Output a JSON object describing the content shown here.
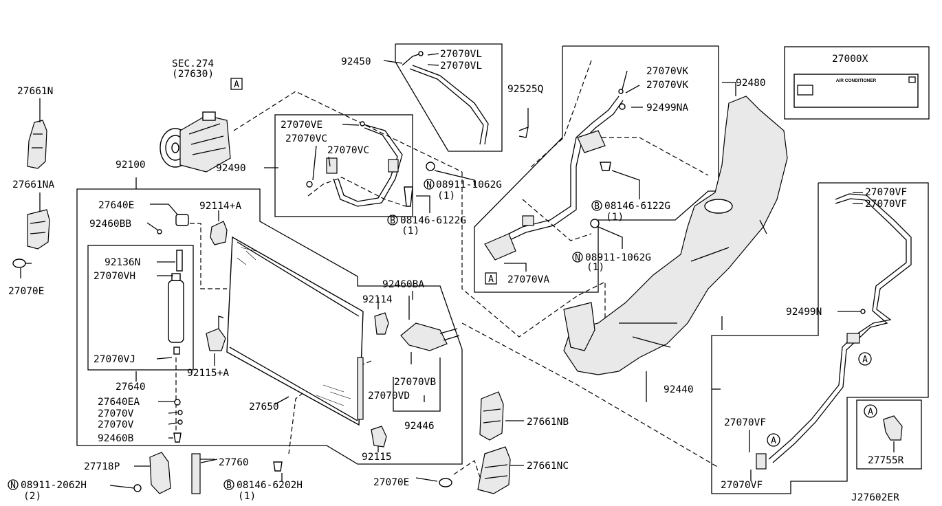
{
  "diagram_id": "J27602ER",
  "sec_ref": [
    "SEC.274",
    "(27630)"
  ],
  "markers": {
    "a": "A",
    "n": "N",
    "b": "B",
    "qty1": "(1)",
    "qty2": "(2)"
  },
  "label_box": {
    "code": "27000X",
    "title": "AIR CONDITIONER"
  },
  "labels": {
    "p27661N": "27661N",
    "p27661NA": "27661NA",
    "p27070E_left": "27070E",
    "p92100": "92100",
    "p27640E": "27640E",
    "p92460BB": "92460BB",
    "p92114A": "92114+A",
    "p92136N": "92136N",
    "p27070VH": "27070VH",
    "p27070VJ": "27070VJ",
    "p27640": "27640",
    "p27640EA": "27640EA",
    "p27070V_1": "27070V",
    "p27070V_2": "27070V",
    "p92460B": "92460B",
    "p27718P": "27718P",
    "p27760": "27760",
    "p08911_2062H": "08911-2062H",
    "p08146_6202H": "08146-6202H",
    "p92115A": "92115+A",
    "p27650": "27650",
    "p92115": "92115",
    "p92114": "92114",
    "p92460BA": "92460BA",
    "p27070VB": "27070VB",
    "p27070VD": "27070VD",
    "p92446": "92446",
    "p27070E_bottom": "27070E",
    "p27661NB": "27661NB",
    "p27661NC": "27661NC",
    "p92450": "92450",
    "p27070VL_1": "27070VL",
    "p27070VL_2": "27070VL",
    "p92525Q": "92525Q",
    "p27070VE": "27070VE",
    "p27070VC_1": "27070VC",
    "p27070VC_2": "27070VC",
    "p92490": "92490",
    "p08911_1062G_1": "08911-1062G",
    "p08146_6122G_1": "08146-6122G",
    "p27070VK_1": "27070VK",
    "p27070VK_2": "27070VK",
    "p92480": "92480",
    "p92499NA": "92499NA",
    "p08146_6122G_2": "08146-6122G",
    "p08911_1062G_2": "08911-1062G",
    "p27070VA": "27070VA",
    "p27070VF_1": "27070VF",
    "p27070VF_2": "27070VF",
    "p92499N": "92499N",
    "p92440": "92440",
    "p27070VF_3": "27070VF",
    "p27070VF_4": "27070VF",
    "p27755R": "27755R"
  }
}
